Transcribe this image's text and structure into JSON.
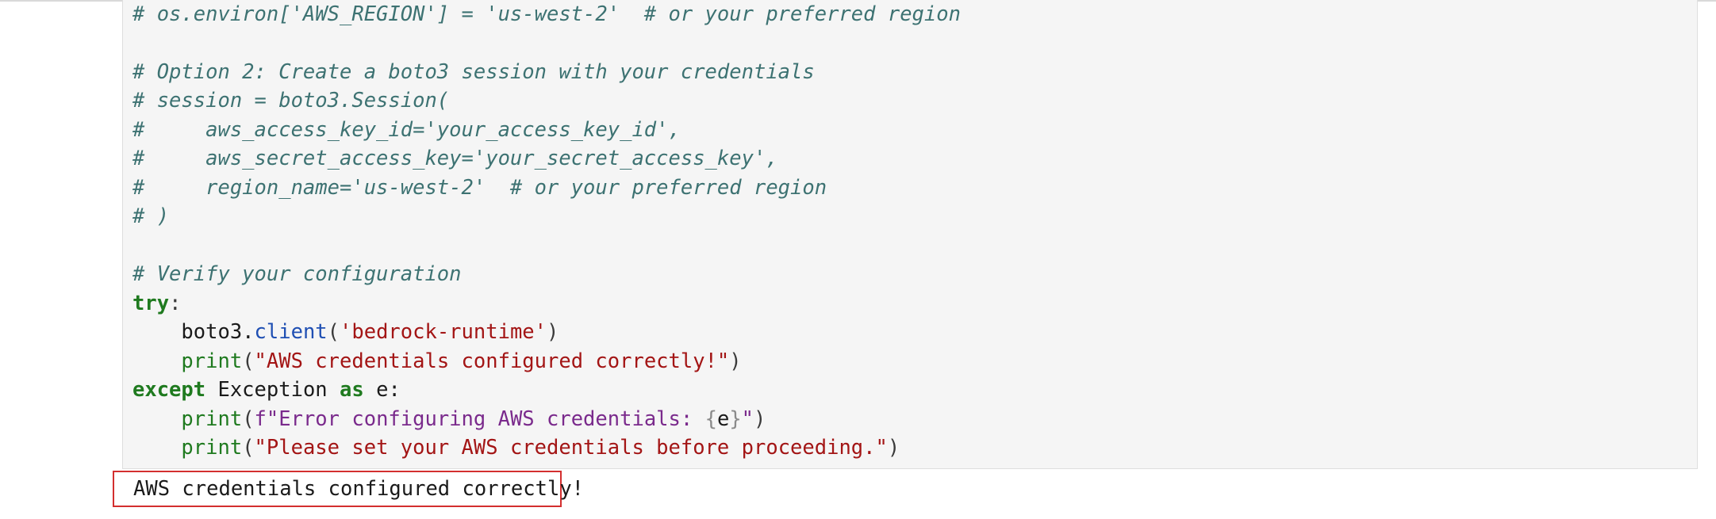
{
  "code_cell": {
    "lines": [
      [
        {
          "t": "# os.environ['AWS_REGION'] = 'us-west-2'  # or your preferred region",
          "k": "comment"
        }
      ],
      [],
      [
        {
          "t": "# Option 2: Create a boto3 session with your credentials",
          "k": "comment"
        }
      ],
      [
        {
          "t": "# session = boto3.Session(",
          "k": "comment"
        }
      ],
      [
        {
          "t": "#     aws_access_key_id='your_access_key_id',",
          "k": "comment"
        }
      ],
      [
        {
          "t": "#     aws_secret_access_key='your_secret_access_key',",
          "k": "comment"
        }
      ],
      [
        {
          "t": "#     region_name='us-west-2'  # or your preferred region",
          "k": "comment"
        }
      ],
      [
        {
          "t": "# )",
          "k": "comment"
        }
      ],
      [],
      [
        {
          "t": "# Verify your configuration",
          "k": "comment"
        }
      ],
      [
        {
          "t": "try",
          "k": "kw"
        },
        {
          "t": ":",
          "k": "punct"
        }
      ],
      [
        {
          "t": "    boto3.",
          "k": "plain"
        },
        {
          "t": "client",
          "k": "attr"
        },
        {
          "t": "(",
          "k": "punct"
        },
        {
          "t": "'bedrock-runtime'",
          "k": "str"
        },
        {
          "t": ")",
          "k": "punct"
        }
      ],
      [
        {
          "t": "    ",
          "k": "plain"
        },
        {
          "t": "print",
          "k": "kw-fn"
        },
        {
          "t": "(",
          "k": "punct"
        },
        {
          "t": "\"AWS credentials configured correctly!\"",
          "k": "str"
        },
        {
          "t": ")",
          "k": "punct"
        }
      ],
      [
        {
          "t": "except",
          "k": "kw"
        },
        {
          "t": " Exception ",
          "k": "plain"
        },
        {
          "t": "as",
          "k": "kw"
        },
        {
          "t": " e:",
          "k": "plain"
        }
      ],
      [
        {
          "t": "    ",
          "k": "plain"
        },
        {
          "t": "print",
          "k": "kw-fn"
        },
        {
          "t": "(",
          "k": "punct"
        },
        {
          "t": "f\"Error configuring AWS credentials: ",
          "k": "fstr"
        },
        {
          "t": "{",
          "k": "brace"
        },
        {
          "t": "e",
          "k": "plain"
        },
        {
          "t": "}",
          "k": "brace"
        },
        {
          "t": "\"",
          "k": "fstr"
        },
        {
          "t": ")",
          "k": "punct"
        }
      ],
      [
        {
          "t": "    ",
          "k": "plain"
        },
        {
          "t": "print",
          "k": "kw-fn"
        },
        {
          "t": "(",
          "k": "punct"
        },
        {
          "t": "\"Please set your AWS credentials before proceeding.\"",
          "k": "str"
        },
        {
          "t": ")",
          "k": "punct"
        }
      ]
    ]
  },
  "output": {
    "text": "AWS credentials configured correctly!"
  },
  "colors": {
    "comment": "#3d7272",
    "keyword": "#1f7a1f",
    "string": "#a31515",
    "attribute": "#1f4fb3",
    "fstring": "#7a2a8c",
    "output_border": "#d32f2f",
    "cell_background": "#f5f5f5"
  }
}
